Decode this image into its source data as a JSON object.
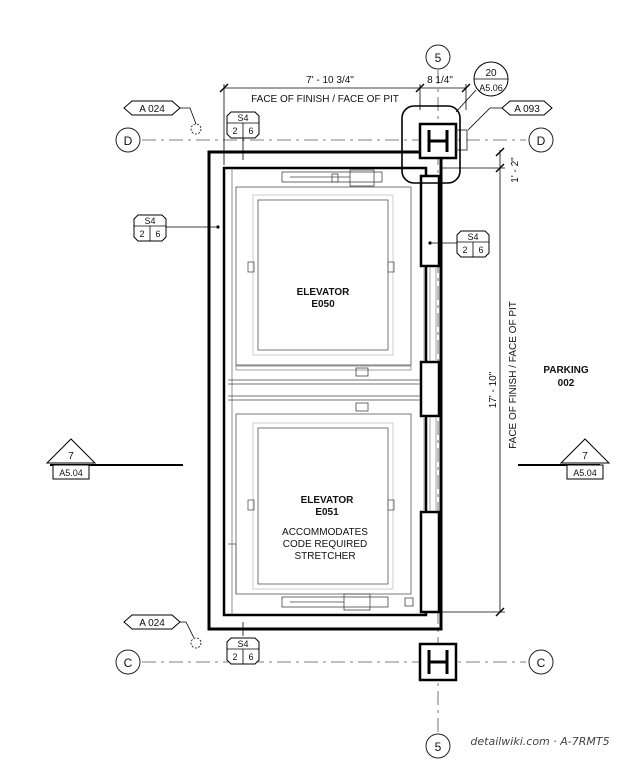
{
  "grid": {
    "col_top": "5",
    "col_bottom": "5",
    "row_d_left": "D",
    "row_d_right": "D",
    "row_c_left": "C",
    "row_c_right": "C"
  },
  "dimensions": {
    "width_main": "7' - 10 3/4\"",
    "width_small": "8 1/4\"",
    "height_main": "17' - 10\"",
    "offset_small": "1' - 2\"",
    "top_note": "FACE OF  FINISH / FACE OF PIT",
    "side_note": "FACE OF  FINISH / FACE OF PIT"
  },
  "tags": {
    "a024_top": "A 024",
    "a024_bottom": "A 024",
    "a093": "A 093",
    "detail_top_num": "20",
    "detail_top_sheet": "A5.06",
    "section_left_num": "7",
    "section_left_sheet": "A5.04",
    "section_right_num": "7",
    "section_right_sheet": "A5.04"
  },
  "wall_tags": {
    "label": "S4",
    "a": "2",
    "b": "6"
  },
  "rooms": {
    "elev1_name": "ELEVATOR",
    "elev1_num": "E050",
    "elev2_name": "ELEVATOR",
    "elev2_num": "E051",
    "elev2_note1": "ACCOMMODATES",
    "elev2_note2": "CODE REQUIRED",
    "elev2_note3": "STRETCHER",
    "parking_name": "PARKING",
    "parking_num": "002"
  },
  "watermark": "detailwiki.com · A-7RMT5"
}
